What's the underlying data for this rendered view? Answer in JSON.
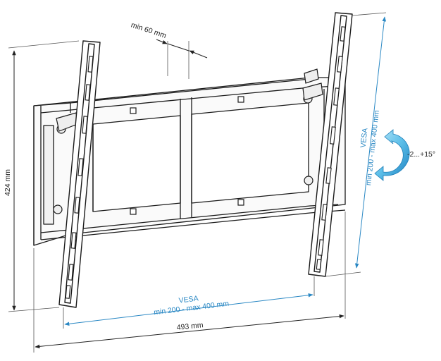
{
  "labels": {
    "min_depth": "min 60 mm",
    "height": "424 mm",
    "width": "493 mm",
    "vesa_title": "VESA",
    "vesa_range": "min 200 - max 400 mm",
    "tilt": "-2...+15°"
  },
  "colors": {
    "line": "#1a1a1a",
    "dimension": "#333333",
    "vesa": "#2a88c4",
    "arrow_light": "#8fd3f0",
    "arrow_dark": "#1f8fc8",
    "background": "#ffffff"
  },
  "icons": {
    "tilt_arrow": "curved-rotation-arrow-icon"
  }
}
